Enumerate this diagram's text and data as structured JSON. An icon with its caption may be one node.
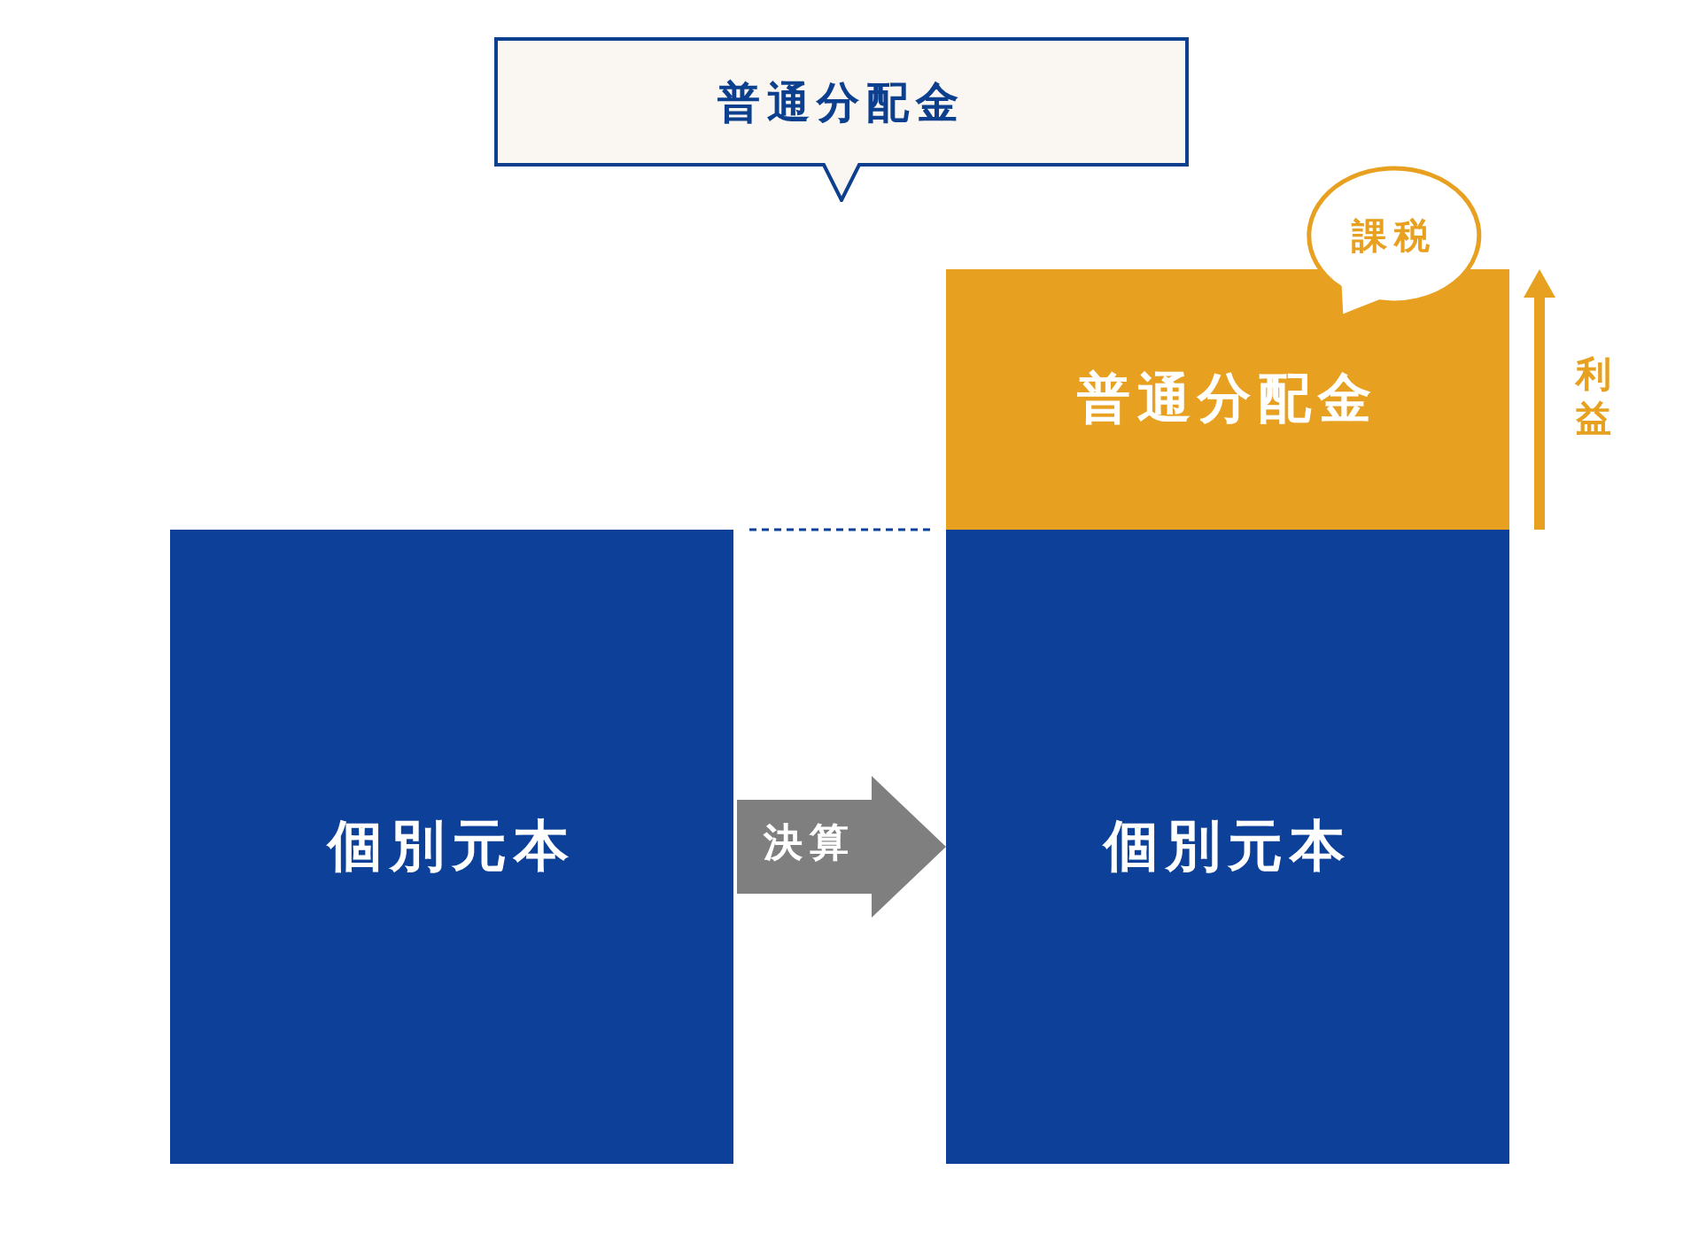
{
  "diagram": {
    "nodes": [
      {
        "text": [
          "普通分配金"
        ]
      },
      {
        "text": [
          "個別元本"
        ]
      },
      {
        "text": [
          "普通分配金"
        ]
      },
      {
        "text": [
          "個別元本"
        ]
      },
      {
        "text": [
          "課税"
        ]
      }
    ],
    "edges": [
      {
        "from": 1,
        "to": 3,
        "arrow": "to",
        "label": "決算"
      }
    ],
    "labels": [
      "利益"
    ]
  }
}
